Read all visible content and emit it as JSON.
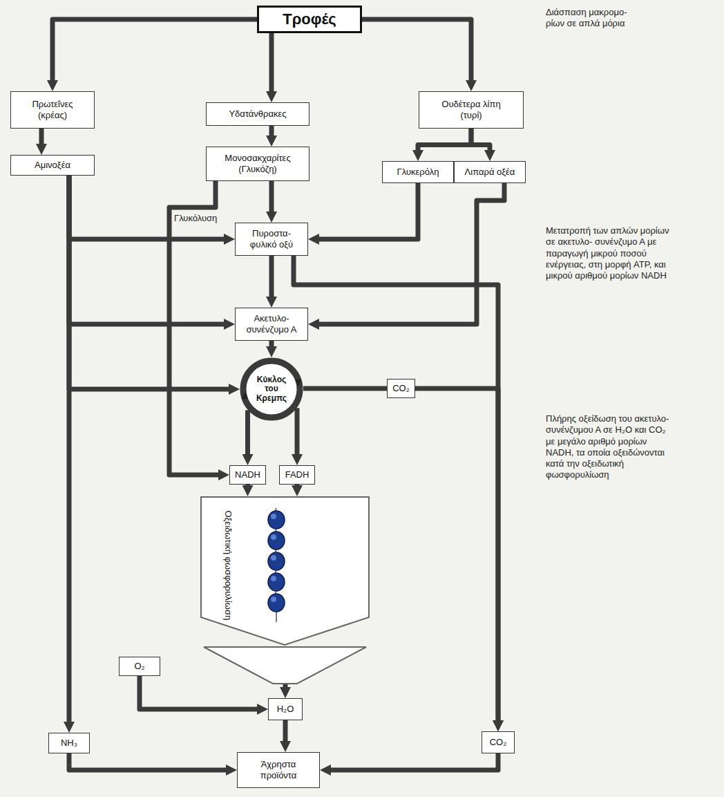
{
  "diagram": {
    "nodes": [
      {
        "text": [
          "Τροφές"
        ]
      },
      {
        "text": [
          "Πρωτεΐνες (κρέας)"
        ]
      },
      {
        "text": [
          "Υδατάνθρακες"
        ]
      },
      {
        "text": [
          "Ουδέτερα λίπη (τυρί)"
        ]
      },
      {
        "text": [
          "Αμινοξέα"
        ]
      },
      {
        "text": [
          "Μονοσακχαρίτες (Γλυκόζη)"
        ]
      },
      {
        "text": [
          "Γλυκερόλη"
        ]
      },
      {
        "text": [
          "Λιπαρά οξέα"
        ]
      },
      {
        "text": [
          "Πυροστα- φυλικό οξύ"
        ]
      },
      {
        "text": [
          "Ακετυλο- συνένζυμο Α"
        ]
      },
      {
        "text": [
          "Κύκλος του Κρεμπς"
        ]
      },
      {
        "text": [
          "CO₂"
        ]
      },
      {
        "text": [
          "NADH"
        ]
      },
      {
        "text": [
          "FADH"
        ]
      },
      {
        "text": [
          "Οξειδωτική φωσφορυλίωση"
        ]
      },
      {
        "text": [
          "O₂"
        ]
      },
      {
        "text": [
          "H₂O"
        ]
      },
      {
        "text": [
          "NH₃"
        ]
      },
      {
        "text": [
          "CO₂"
        ]
      },
      {
        "text": [
          "Άχρηστα προϊόντα"
        ]
      }
    ],
    "edges": [
      {
        "from": 0,
        "to": 1,
        "arrow": "to"
      },
      {
        "from": 0,
        "to": 2,
        "arrow": "to"
      },
      {
        "from": 0,
        "to": 3,
        "arrow": "to"
      },
      {
        "from": 1,
        "to": 4,
        "arrow": "to"
      },
      {
        "from": 2,
        "to": 5,
        "arrow": "to"
      },
      {
        "from": 3,
        "to": 6,
        "arrow": "to"
      },
      {
        "from": 3,
        "to": 7,
        "arrow": "to"
      },
      {
        "from": 5,
        "to": 8,
        "arrow": "to"
      },
      {
        "from": 4,
        "to": 8,
        "arrow": "to"
      },
      {
        "from": 6,
        "to": 8,
        "arrow": "to"
      },
      {
        "from": 5,
        "to": 12,
        "arrow": "to"
      },
      {
        "from": 8,
        "to": 9,
        "arrow": "to"
      },
      {
        "from": 4,
        "to": 9,
        "arrow": "to"
      },
      {
        "from": 7,
        "to": 9,
        "arrow": "to"
      },
      {
        "from": 8,
        "to": 18,
        "arrow": "to"
      },
      {
        "from": 9,
        "to": 10,
        "arrow": "to"
      },
      {
        "from": 4,
        "to": 10,
        "arrow": "to"
      },
      {
        "from": 10,
        "to": 11,
        "arrow": "none"
      },
      {
        "from": 11,
        "to": 18,
        "arrow": "to"
      },
      {
        "from": 10,
        "to": 12,
        "arrow": "to"
      },
      {
        "from": 10,
        "to": 13,
        "arrow": "to"
      },
      {
        "from": 12,
        "to": 14,
        "arrow": "to"
      },
      {
        "from": 13,
        "to": 14,
        "arrow": "to"
      },
      {
        "from": 14,
        "to": 16,
        "arrow": "to"
      },
      {
        "from": 15,
        "to": 16,
        "arrow": "to"
      },
      {
        "from": 4,
        "to": 17,
        "arrow": "to"
      },
      {
        "from": 16,
        "to": 19,
        "arrow": "to"
      },
      {
        "from": 17,
        "to": 19,
        "arrow": "to"
      },
      {
        "from": 18,
        "to": 19,
        "arrow": "to"
      }
    ],
    "labels": [
      "Διάσπαση μακρομο- ρίων σε απλά μόρια",
      "Γλυκόλυση",
      "Μετατροπή των απλών μορίων σε ακετυλο- συνένζυμο Α με παραγωγή μικρού ποσού ενέργειας, στη μορφή ATP, και μικρού αριθμού μορίων NADH",
      "Πλήρης οξείδωση του ακετυλο-συνένζυμου Α σε H₂O και CO₂ με μεγάλο αριθμό μορίων NADH, τα οποία οξειδώνονται κατά την οξειδωτική φωσφορυλίωση"
    ]
  }
}
